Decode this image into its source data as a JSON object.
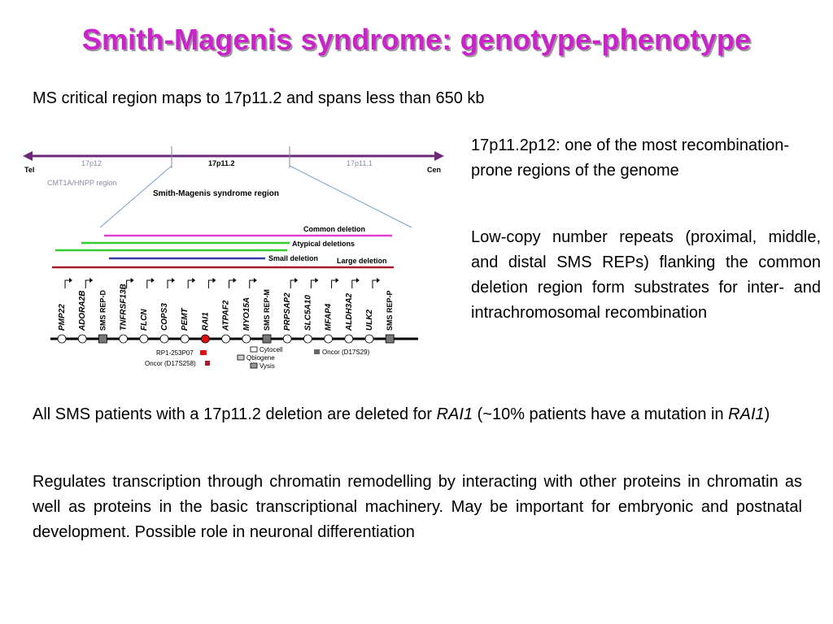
{
  "title": "Smith-Magenis syndrome: genotype-phenotype",
  "intro": "MS critical region maps to 17p11.2 and spans less than 650 kb",
  "right_text": {
    "p1": "17p11.2p12: one of the most recombination-prone regions of the genome",
    "p2": "Low-copy number repeats (proximal, middle, and distal SMS REPs) flanking the common deletion region form substrates for inter- and intrachromosomal recombination"
  },
  "bottom_text": {
    "p1_a": "All SMS patients with a 17p11.2 deletion are deleted for ",
    "p1_gene1": "RAI1",
    "p1_b": " (~10% patients have a mutation in ",
    "p1_gene2": "RAI1",
    "p1_c": ")",
    "p2": "Regulates transcription through chromatin remodelling by interacting with other proteins in chromatin as well as proteins in the basic transcriptional machinery. May be important for embryonic and postnatal development. Possible role in neuronal differentiation"
  },
  "diagram": {
    "tel": "Tel",
    "cen": "Cen",
    "band_left": "17p12",
    "band_mid": "17p11.2",
    "band_right": "17p11.1",
    "cmt1a": "CMT1A/HNPP region",
    "sms_region": "Smith-Magenis syndrome region",
    "deletions": {
      "common": "Common deletion",
      "atypical": "Atypical deletions",
      "small": "Small deletion",
      "large": "Large deletion"
    },
    "genes": [
      "PMP22",
      "ADORA2B",
      "SMS REP-D",
      "TNFRSF13B",
      "FLCN",
      "COPS3",
      "PEMT",
      "RAI1",
      "ATPAF2",
      "MYO15A",
      "SMS REP-M",
      "PRPSAP2",
      "SLC5A10",
      "MFAP4",
      "ALDH3A2",
      "ULK2",
      "SMS REP-P"
    ],
    "rp1": "RP1-253P07",
    "oncor_left": "Oncor (D17S258)",
    "cytocell": "Cytocell",
    "qbiogene": "Qbiogene",
    "vysis": "Vysis",
    "oncor_right": "Oncor (D17S29)",
    "colors": {
      "arrow": "#6a2a7a",
      "common": "#e040d0",
      "atypical": "#33cc33",
      "small": "#3a3aaa",
      "large": "#aa1a2a",
      "rai1": "#dd1111",
      "zoom_lines": "#7aa0cc"
    }
  }
}
